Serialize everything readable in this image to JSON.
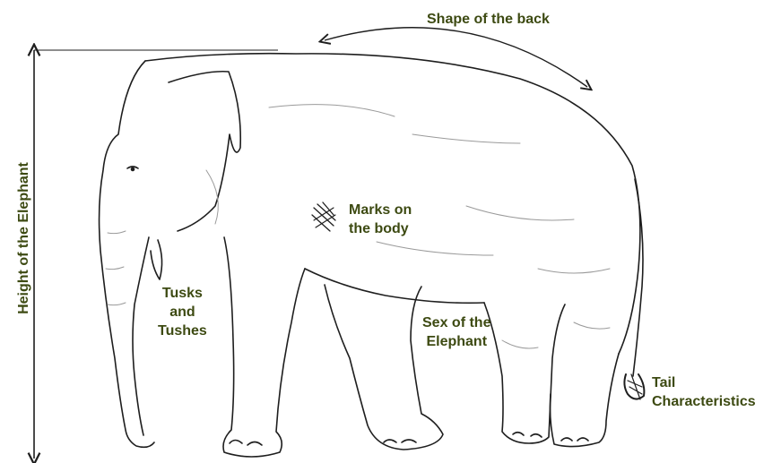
{
  "labels": {
    "shape_of_back": "Shape of the back",
    "height": "Height of the Elephant",
    "marks_line1": "Marks on",
    "marks_line2": "the body",
    "tusks_line1": "Tusks",
    "tusks_line2": "and",
    "tusks_line3": "Tushes",
    "sex_line1": "Sex of the",
    "sex_line2": "Elephant",
    "tail_line1": "Tail",
    "tail_line2": "Characteristics"
  },
  "colors": {
    "label_text": "#3d4a12",
    "sketch_line": "#1e1e1e",
    "faint_line": "#9a9a9a"
  }
}
